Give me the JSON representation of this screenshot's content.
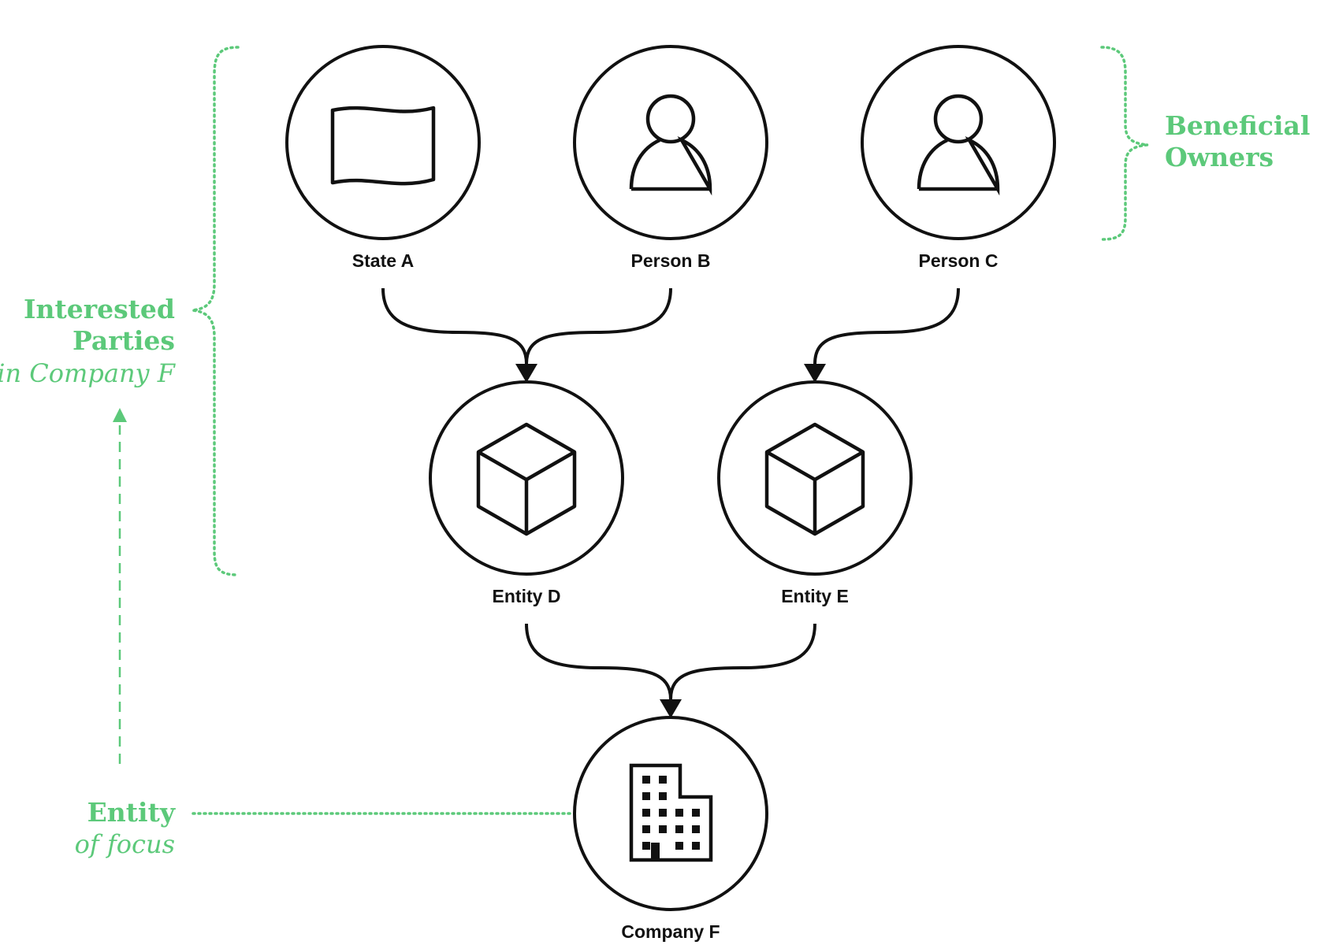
{
  "nodes": {
    "state_a": {
      "label": "State A",
      "icon": "flag-icon"
    },
    "person_b": {
      "label": "Person B",
      "icon": "person-icon"
    },
    "person_c": {
      "label": "Person C",
      "icon": "person-icon"
    },
    "entity_d": {
      "label": "Entity D",
      "icon": "cube-icon"
    },
    "entity_e": {
      "label": "Entity E",
      "icon": "cube-icon"
    },
    "company_f": {
      "label": "Company F",
      "icon": "building-icon"
    }
  },
  "edges": [
    {
      "from": "State A",
      "to": "Entity D"
    },
    {
      "from": "Person B",
      "to": "Entity D"
    },
    {
      "from": "Person C",
      "to": "Entity E"
    },
    {
      "from": "Entity D",
      "to": "Company F"
    },
    {
      "from": "Entity E",
      "to": "Company F"
    }
  ],
  "annotations": {
    "interested_parties": {
      "line1": "Interested",
      "line2": "Parties",
      "line3": "in Company F"
    },
    "beneficial_owners": {
      "line1": "Beneficial",
      "line2": "Owners"
    },
    "entity_of_focus": {
      "line1": "Entity",
      "line2": "of focus"
    }
  },
  "colors": {
    "ink": "#111111",
    "accent_green": "#5cc97a"
  }
}
